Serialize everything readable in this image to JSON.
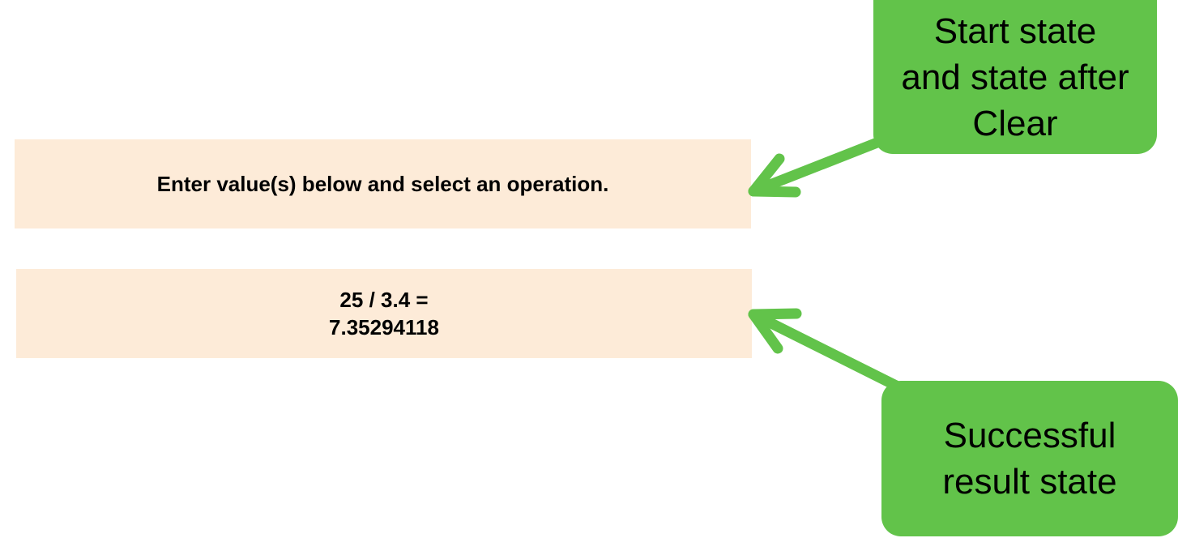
{
  "panels": {
    "start_message": "Enter value(s) below and select an operation.",
    "result_expression": "25 / 3.4 =",
    "result_value": "7.35294118"
  },
  "callouts": {
    "start_lines": [
      "Start state",
      "and state after",
      "Clear"
    ],
    "result_lines": [
      "Successful",
      "result state"
    ]
  },
  "colors": {
    "panel_background": "#fdebd8",
    "callout_green": "#62c34a",
    "text": "#000000"
  }
}
